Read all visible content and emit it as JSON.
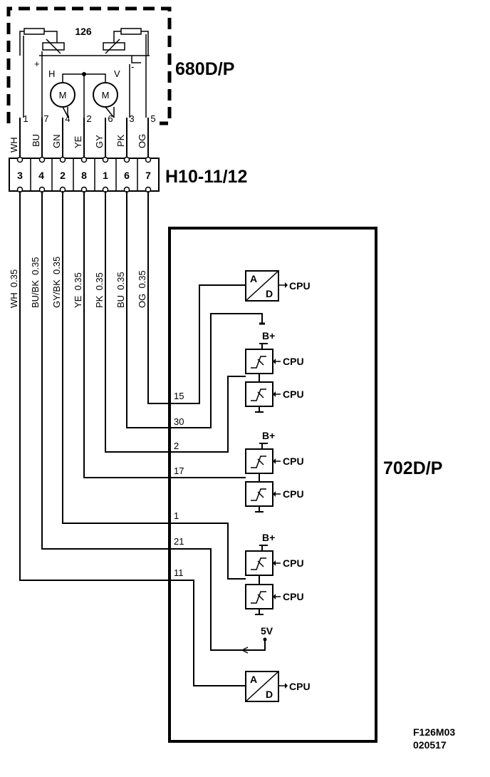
{
  "component_126": {
    "name": "680D/P",
    "number": "126",
    "plus": "+",
    "minus": "-",
    "motor_h": "H",
    "motor_v": "V",
    "motor_label": "M",
    "pin_numbers": [
      "1",
      "7",
      "4",
      "2",
      "6",
      "3",
      "5"
    ],
    "wire_colors": [
      "WH",
      "BU",
      "GN",
      "YE",
      "GY",
      "PK",
      "OG"
    ]
  },
  "connector": {
    "name": "H10-11/12",
    "pins": [
      "3",
      "4",
      "2",
      "8",
      "1",
      "6",
      "7"
    ]
  },
  "harness_wires": [
    "WH  0.35",
    "BU/BK  0.35",
    "GY/BK  0.35",
    "YE  0.35",
    "PK  0.35",
    "BU  0.35",
    "OG  0.35"
  ],
  "ecu": {
    "name": "702D/P",
    "pins": [
      "15",
      "30",
      "2",
      "17",
      "1",
      "21",
      "11"
    ],
    "cpu": "CPU",
    "bplus": "B+",
    "five_v": "5V",
    "ad_a": "A",
    "ad_d": "D"
  },
  "figure_code": "F126M03",
  "figure_date": "020517"
}
